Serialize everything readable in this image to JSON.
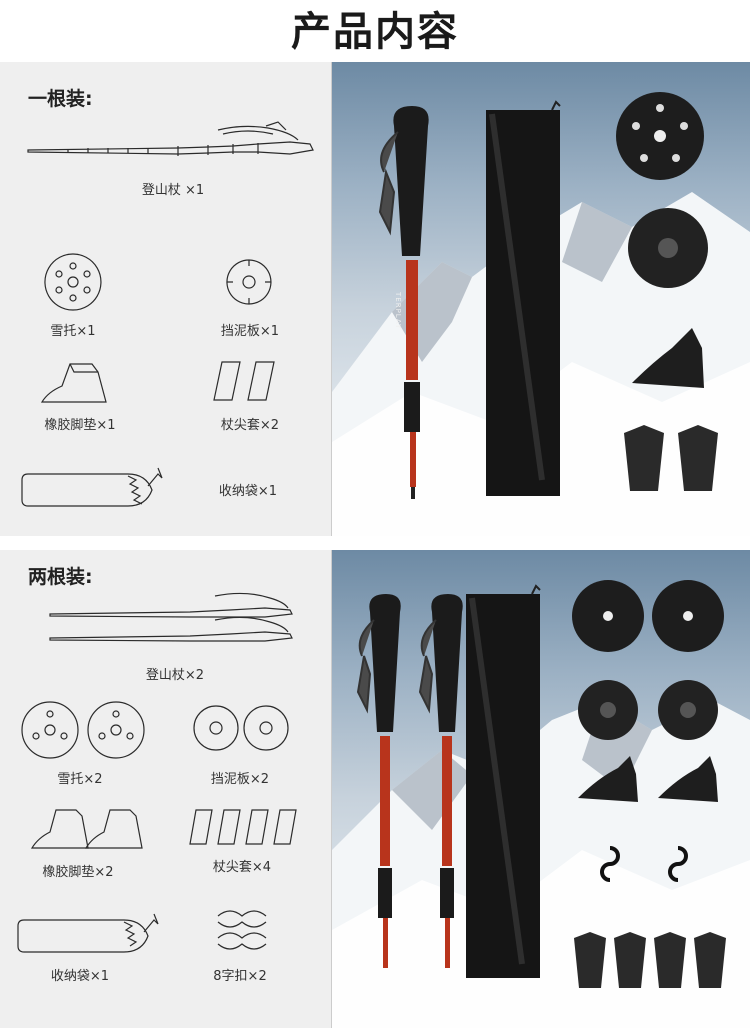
{
  "page": {
    "title": "产品内容"
  },
  "single_pack": {
    "heading": "一根装:",
    "items": {
      "pole": "登山杖 ×1",
      "snow_basket": "雪托×1",
      "mud_basket": "挡泥板×1",
      "rubber_foot": "橡胶脚垫×1",
      "tip_cover": "杖尖套×2",
      "storage_bag": "收纳袋×1"
    }
  },
  "double_pack": {
    "heading": "两根装:",
    "items": {
      "pole": "登山杖×2",
      "snow_basket": "雪托×2",
      "mud_basket": "挡泥板×2",
      "rubber_foot": "橡胶脚垫×2",
      "tip_cover": "杖尖套×4",
      "storage_bag": "收纳袋×1",
      "clip": "8字扣×2"
    }
  },
  "brand": {
    "pole_text": "TERPLAY"
  },
  "colors": {
    "pole_red": "#b8341c",
    "pole_black": "#1b1b1b",
    "bag": "#151515"
  }
}
